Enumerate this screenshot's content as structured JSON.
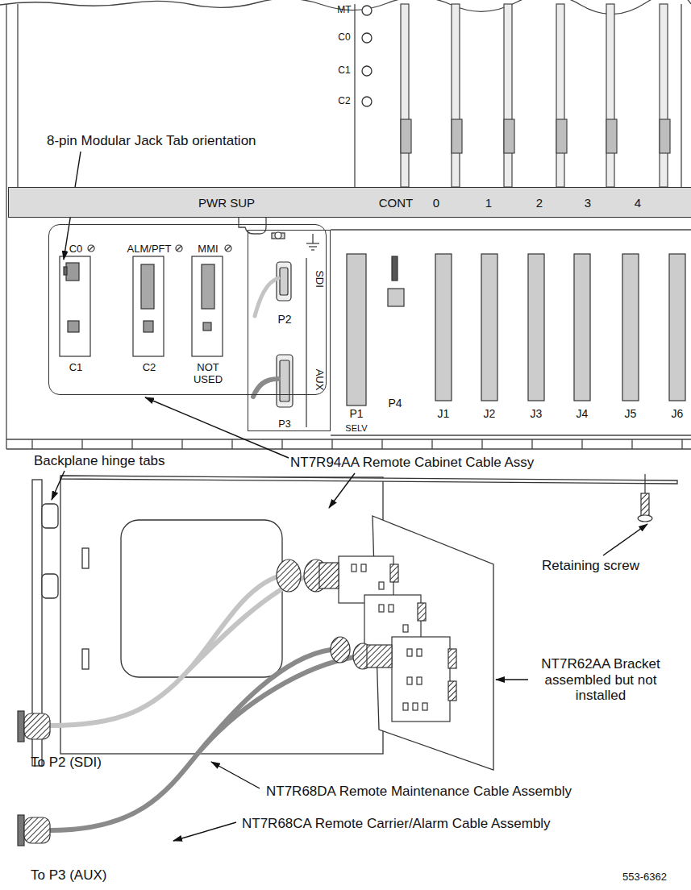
{
  "diagram": {
    "nodes": [
      {
        "text": [
          "PWR SUP",
          "CONT",
          "0",
          "1",
          "2",
          "3",
          "4"
        ]
      },
      {
        "text": [
          "C0",
          "ALM/PFT",
          "MMI",
          "C1",
          "C2",
          "NOT USED"
        ]
      },
      {
        "text": [
          "P2",
          "SDI",
          "P3",
          "AUX"
        ]
      }
    ],
    "labels": [
      "MT",
      "C0",
      "C1",
      "C2",
      "8-pin Modular Jack Tab orientation",
      "P1",
      "SELV",
      "P4",
      "J1",
      "J2",
      "J3",
      "J4",
      "J5",
      "J6",
      "Backplane hinge tabs",
      "NT7R94AA Remote Cabinet Cable Assy",
      "Retaining screw",
      "NT7R62AA Bracket assembled but not installed",
      "To P2 (SDI)",
      "NT7R68DA Remote Maintenance Cable Assembly",
      "NT7R68CA Remote Carrier/Alarm Cable Assembly",
      "To P3 (AUX)",
      "553-6362"
    ]
  }
}
